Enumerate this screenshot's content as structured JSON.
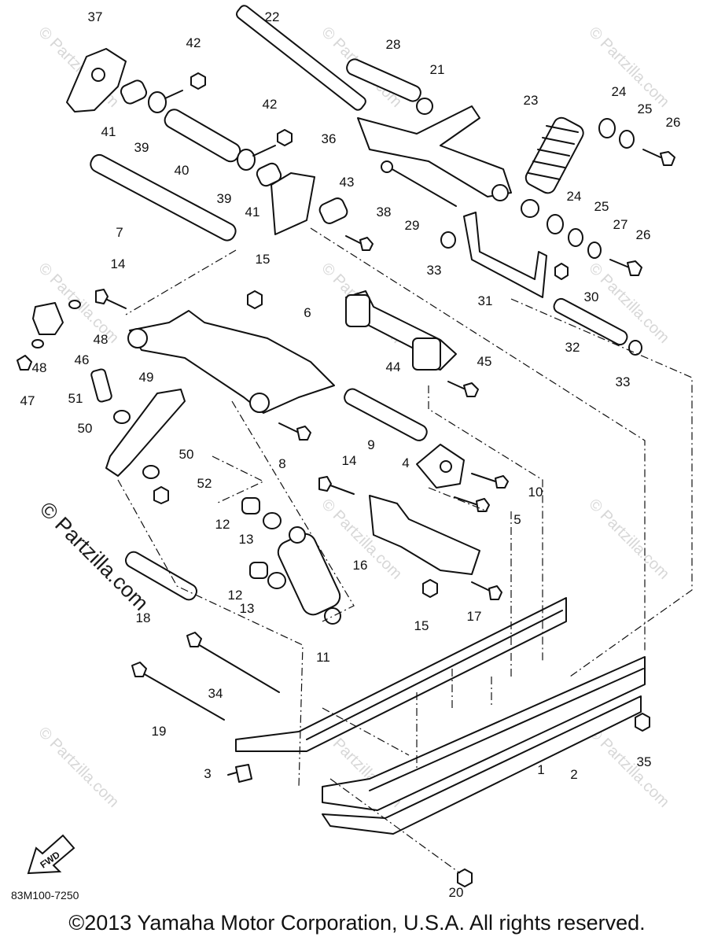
{
  "diagram": {
    "part_labels": [
      "37",
      "22",
      "42",
      "28",
      "21",
      "41",
      "39",
      "40",
      "42",
      "23",
      "24",
      "25",
      "26",
      "39",
      "41",
      "36",
      "43",
      "38",
      "29",
      "24",
      "25",
      "27",
      "26",
      "7",
      "33",
      "31",
      "30",
      "14",
      "15",
      "6",
      "44",
      "45",
      "32",
      "33",
      "48",
      "46",
      "48",
      "47",
      "51",
      "49",
      "9",
      "4",
      "10",
      "50",
      "50",
      "52",
      "8",
      "14",
      "5",
      "12",
      "13",
      "16",
      "12",
      "13",
      "15",
      "17",
      "11",
      "18",
      "34",
      "19",
      "35",
      "3",
      "2",
      "1",
      "20"
    ],
    "diagram_code": "83M100-7250",
    "fwd_badge": "FWD",
    "watermark": "© Partzilla.com",
    "copyright": "©2013  Yamaha Motor Corporation, U.S.A. All rights reserved."
  }
}
